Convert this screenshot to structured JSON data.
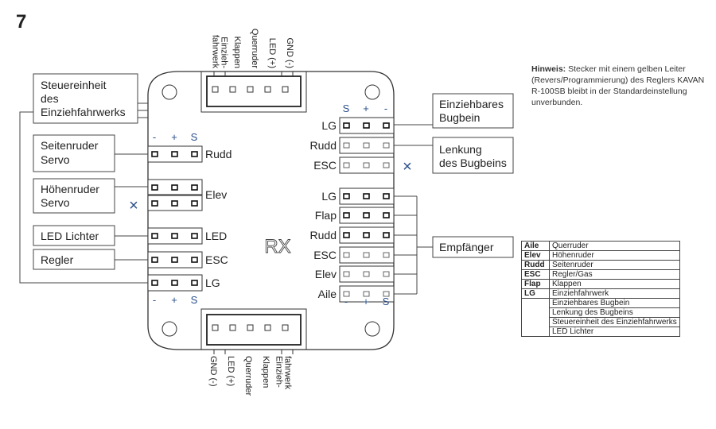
{
  "step_number": "7",
  "board": {
    "label": "RX",
    "top_connector_labels": [
      "Einzieh-\nfahrwerk",
      "Klappen",
      "Querruder",
      "LED (+)",
      "GND (-)"
    ],
    "bottom_connector_labels": [
      "GND (-)",
      "LED (+)",
      "Querruder",
      "Klappen",
      "Einzieh-\nfahrwerk"
    ],
    "left_ports": [
      {
        "name": "Rudd"
      },
      {
        "name": "Elev"
      },
      {
        "name": "LED"
      },
      {
        "name": "ESC"
      },
      {
        "name": "LG"
      }
    ],
    "left_polarity": [
      "-",
      "+",
      "S"
    ],
    "right_top_ports": [
      {
        "name": "LG"
      },
      {
        "name": "Rudd"
      },
      {
        "name": "ESC"
      }
    ],
    "right_top_polarity": [
      "S",
      "+",
      "-"
    ],
    "right_bottom_ports": [
      {
        "name": "LG"
      },
      {
        "name": "Flap"
      },
      {
        "name": "Rudd"
      },
      {
        "name": "ESC"
      },
      {
        "name": "Elev"
      },
      {
        "name": "Aile"
      }
    ],
    "right_bottom_polarity": [
      "-",
      "+",
      "S"
    ]
  },
  "callouts": {
    "steuereinheit": [
      "Steuereinheit",
      "des",
      "Einziehfahrwerks"
    ],
    "seitenruder": [
      "Seitenruder",
      "Servo"
    ],
    "hoehenruder": [
      "Höhenruder",
      "Servo"
    ],
    "led": [
      "LED Lichter"
    ],
    "regler": [
      "Regler"
    ],
    "bugbein": [
      "Einziehbares",
      "Bugbein"
    ],
    "lenkung": [
      "Lenkung",
      "des Bugbeins"
    ],
    "empfaenger": [
      "Empfänger"
    ]
  },
  "unused_marker": "×",
  "note": {
    "title": "Hinweis:",
    "text": " Stecker mit einem gelben Leiter (Revers/Programmierung) des Reglers KAVAN R-100SB bleibt in der Standardeinstellung unverbunden."
  },
  "legend": {
    "rows": [
      {
        "abbr": "Aile",
        "desc": "Querruder"
      },
      {
        "abbr": "Elev",
        "desc": "Höhenruder"
      },
      {
        "abbr": "Rudd",
        "desc": "Seitenruder"
      },
      {
        "abbr": "ESC",
        "desc": "Regler/Gas"
      },
      {
        "abbr": "Flap",
        "desc": "Klappen"
      },
      {
        "abbr": "LG",
        "desc": "Einziehfahrwerk"
      },
      {
        "abbr": "",
        "desc": "Einziehbares Bugbein"
      },
      {
        "abbr": "",
        "desc": "Lenkung des Bugbeins"
      },
      {
        "abbr": "",
        "desc": "Steuereinheit des Einziehfahrwerks"
      },
      {
        "abbr": "",
        "desc": "LED Lichter"
      }
    ]
  },
  "colors": {
    "line": "#333333",
    "polarity": "#2a4f8a",
    "marker": "#2a4f8a"
  }
}
